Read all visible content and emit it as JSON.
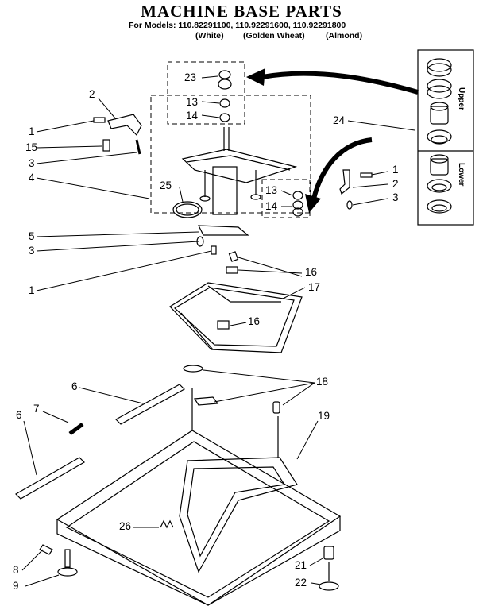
{
  "header": {
    "title": "MACHINE BASE PARTS",
    "models": "For Models: 110.82291100, 110.92291600, 110.92291800",
    "color_white": "(White)",
    "color_golden": "(Golden Wheat)",
    "color_almond": "(Almond)"
  },
  "inset": {
    "upper_label": "Upper",
    "lower_label": "Lower"
  },
  "callouts": {
    "c23": "23",
    "c13a": "13",
    "c14a": "14",
    "c2a": "2",
    "c24": "24",
    "c1a": "1",
    "c15": "15",
    "c3a": "3",
    "c4": "4",
    "c25": "25",
    "c13b": "13",
    "c14b": "14",
    "c1b": "1",
    "c2b": "2",
    "c3b": "3",
    "c5": "5",
    "c3c": "3",
    "c16a": "16",
    "c17": "17",
    "c1c": "1",
    "c16b": "16",
    "c18": "18",
    "c6a": "6",
    "c7": "7",
    "c6b": "6",
    "c19": "19",
    "c26": "26",
    "c8": "8",
    "c9": "9",
    "c21": "21",
    "c22": "22"
  }
}
